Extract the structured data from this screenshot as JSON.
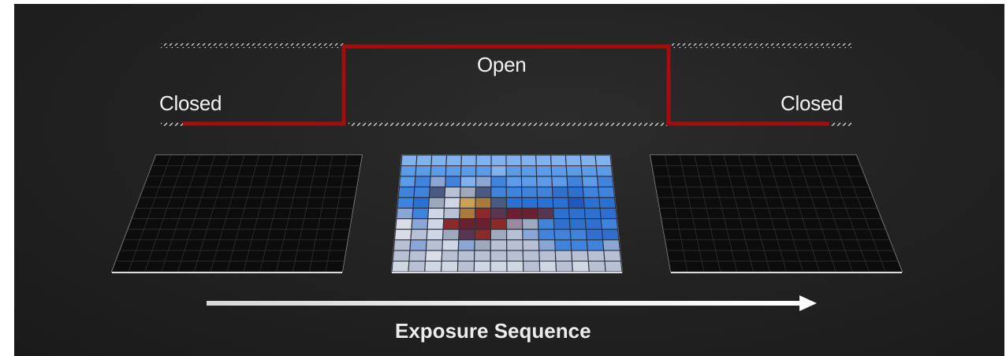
{
  "labels": {
    "closed_left": "Closed",
    "open": "Open",
    "closed_right": "Closed",
    "caption": "Exposure Sequence"
  },
  "colors": {
    "background": "#222222",
    "shutter_line": "#a30d0d",
    "arrow": "#f2f2f2",
    "hatch": "#cfcfcf"
  },
  "sensors": [
    {
      "name": "sensor-closed-left",
      "state": "dark"
    },
    {
      "name": "sensor-exposed",
      "state": "exposed"
    },
    {
      "name": "sensor-closed-right",
      "state": "dark"
    }
  ]
}
